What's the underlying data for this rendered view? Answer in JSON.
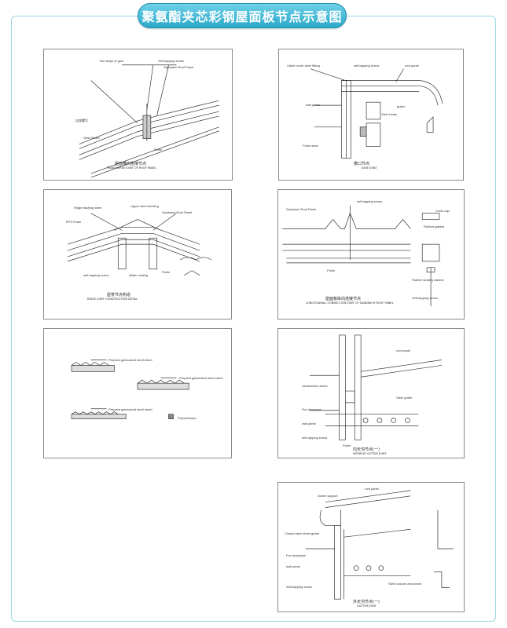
{
  "page": {
    "title": "聚氨酯夹芯彩钢屋面板节点示意图"
  },
  "colors": {
    "banner_fill": "#2aa9c9",
    "frame_border": "#9ad7e6",
    "line": "#333333"
  },
  "sheets": [
    {
      "caption": "屋面横向搭接节点",
      "caption_en": "TRANSVERSE JOINT OF ROOF PANEL",
      "labels": [
        "Two strips of gum",
        "Self-tapping screw",
        "Sandwich Roof Panel",
        "Steel Beam",
        "Purlin",
        "自攻螺钉"
      ]
    },
    {
      "caption": "檐口节点",
      "caption_en": "EAVE JOINT",
      "labels": [
        "Gable cover steel fitting",
        "self-tapping screw",
        "roof panel",
        "wall panel",
        "Steel beam",
        "gutter",
        "Purlin steel"
      ]
    },
    {
      "caption": "屋脊节点构造",
      "caption_en": "RIDGE JOINT CONSTRUCTION DETAIL",
      "labels": [
        "Ridge flashing steel",
        "Upper steel bending",
        "Sandwich Roof Panel",
        "EPS Foam",
        "self-tapping screw",
        "Water sealing",
        "Purlin"
      ]
    },
    {
      "caption": "屋面板纵向连接节点",
      "caption_en": "LONGITUDINAL CONNECTION JOINT OF SANDWICH ROOF PANEL",
      "labels": [
        "Sandwich Roof Panel",
        "self-tapping screw",
        "Purlin",
        "Circle cap",
        "Rubber gasket",
        "Rubber sealing washer",
        "Self-tapping screw"
      ]
    },
    {
      "caption": "",
      "caption_en": "",
      "labels": [
        "Prepaint galvanized steel sheet",
        "Prepaint galvanized steel sheet",
        "Prepaint galvanized steel sheet",
        "Polyurethane"
      ]
    },
    {
      "caption": "内天沟节点(一)",
      "caption_en": "INTERIOR GUTTER JOINT",
      "labels": [
        "roof panel",
        "construction beam",
        "Steel gutter",
        "Pvc downpipe",
        "wall panel",
        "self-tapping screw",
        "Purlin"
      ]
    },
    {
      "caption": "外天沟节点(一)",
      "caption_en": "GUTTER JOINT",
      "labels": [
        "roof panel",
        "Gutter support",
        "Closed steel sheet gutter",
        "Pvc downpipe",
        "wall panel",
        "Steel column and beam",
        "Self-tapping screw"
      ]
    }
  ]
}
